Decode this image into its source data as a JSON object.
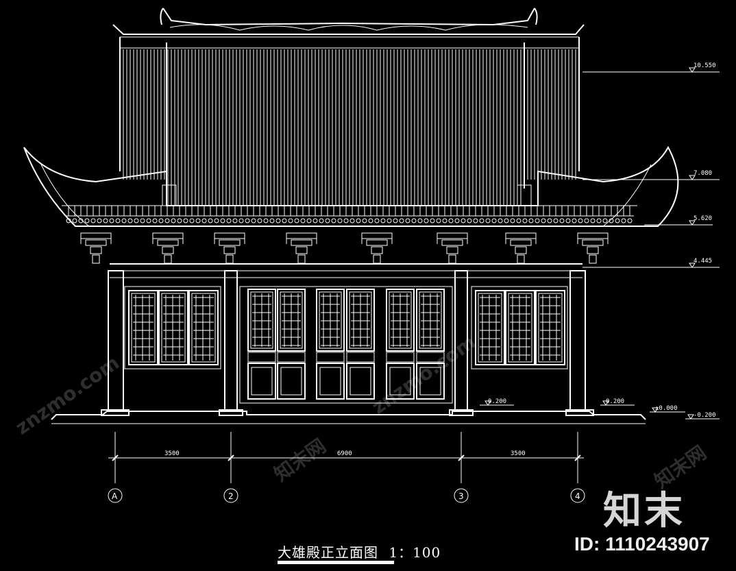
{
  "drawing": {
    "title": "大雄殿正立面图",
    "scale": "1：100"
  },
  "elevations": [
    {
      "id": "e10550",
      "label": "10.550"
    },
    {
      "id": "e7080",
      "label": "7.080"
    },
    {
      "id": "e5620",
      "label": "5.620"
    },
    {
      "id": "e4445",
      "label": "4.445"
    },
    {
      "id": "e0200a",
      "label": "0.200"
    },
    {
      "id": "e0200b",
      "label": "0.200"
    },
    {
      "id": "e0000",
      "label": "±0.000"
    },
    {
      "id": "eneg0200",
      "label": "-0.200"
    }
  ],
  "dimensions": [
    "3500",
    "6900",
    "3500"
  ],
  "axes": [
    "A",
    "2",
    "3",
    "4"
  ],
  "watermark": {
    "logo": "知末",
    "id_text": "ID: 1110243907",
    "site": "znzmo.com",
    "site_cn": "知末网"
  },
  "colors": {
    "background": "#000000",
    "line": "#ffffff"
  }
}
